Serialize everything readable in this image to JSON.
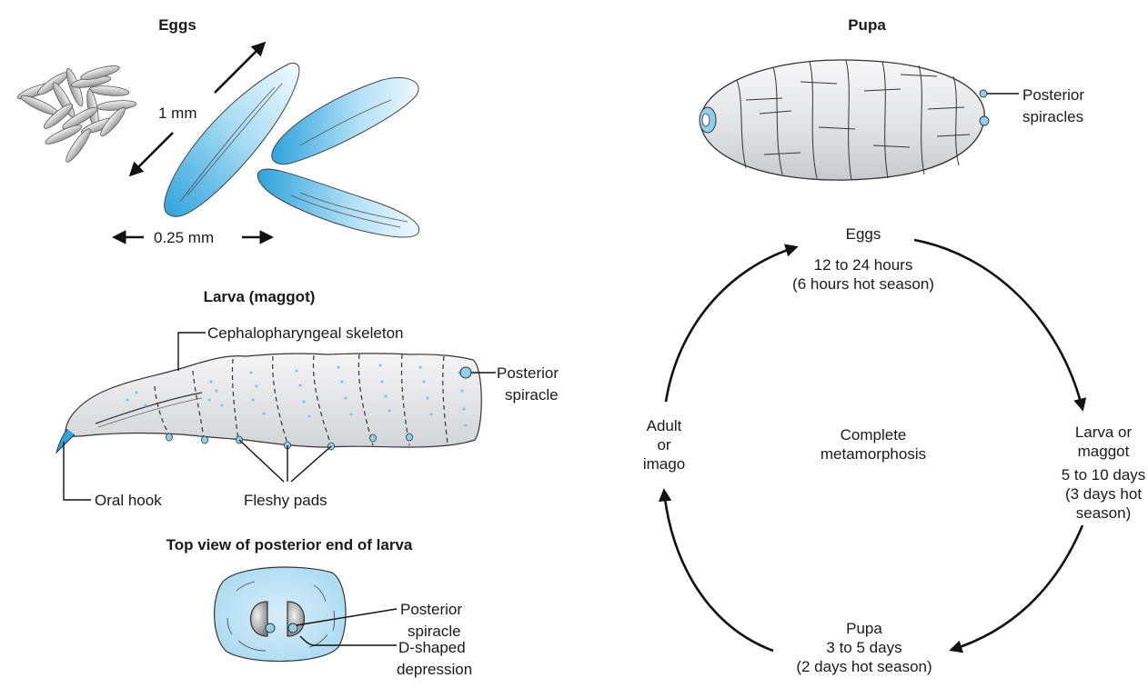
{
  "eggs": {
    "title": "Eggs",
    "length_label": "1 mm",
    "width_label": "0.25 mm"
  },
  "larva": {
    "title": "Larva (maggot)",
    "cephalo_label": "Cephalopharyngeal skeleton",
    "posterior_spiracle_1": "Posterior",
    "posterior_spiracle_2": "spiracle",
    "oral_hook_label": "Oral hook",
    "fleshy_pads_label": "Fleshy pads"
  },
  "topview": {
    "title": "Top view of posterior end of larva",
    "spiracle_1": "Posterior",
    "spiracle_2": "spiracle",
    "depression_1": "D-shaped",
    "depression_2": "depression"
  },
  "pupa": {
    "title": "Pupa",
    "spiracles_1": "Posterior",
    "spiracles_2": "spiracles"
  },
  "cycle": {
    "center_1": "Complete",
    "center_2": "metamorphosis",
    "eggs_1": "Eggs",
    "eggs_2": "12 to 24 hours",
    "eggs_3": "(6 hours hot season)",
    "larva_1": "Larva or",
    "larva_2": "maggot",
    "larva_3": "5 to 10 days",
    "larva_4": "(3 days hot",
    "larva_5": "season)",
    "pupa_1": "Pupa",
    "pupa_2": "3 to 5 days",
    "pupa_3": "(2 days hot season)",
    "adult_1": "Adult",
    "adult_2": "or",
    "adult_3": "imago"
  },
  "colors": {
    "egg_blue": "#2ea3dc",
    "larva_body": "#e6e7e9",
    "spiracle_blue": "#8fd0ee",
    "topview_fill": "#bfe3f4"
  }
}
